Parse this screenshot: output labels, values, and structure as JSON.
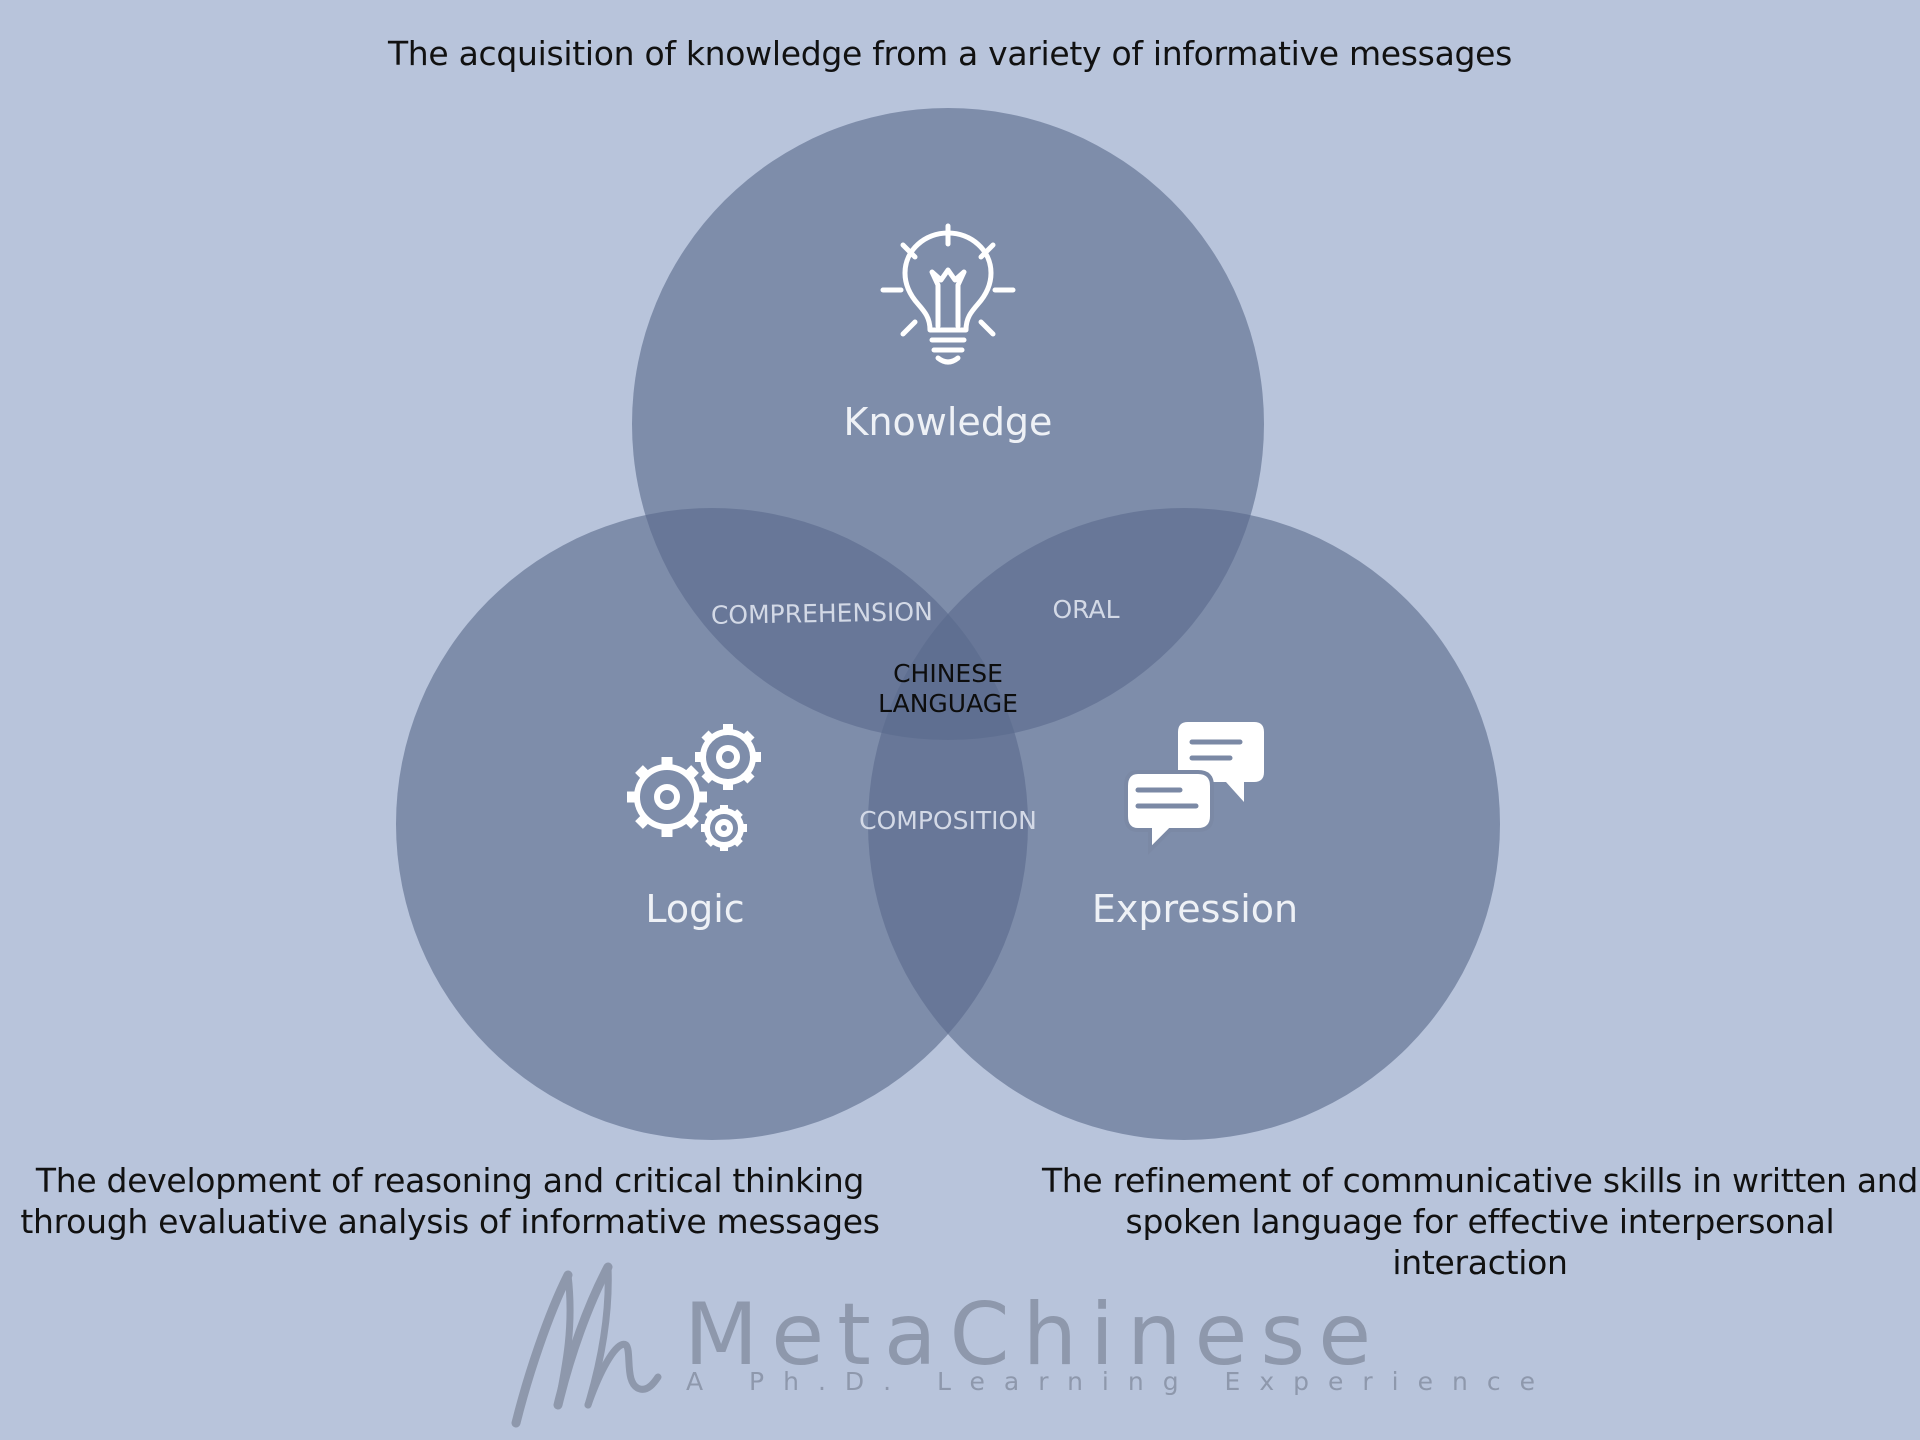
{
  "top_description": "The acquisition of knowledge from a variety of informative messages",
  "left_description": "The development of reasoning and critical thinking\nthrough evaluative analysis of informative messages",
  "right_description": "The refinement of communicative skills in written and\nspoken language for effective interpersonal interaction",
  "circles": {
    "knowledge": {
      "label": "Knowledge",
      "icon": "lightbulb-icon"
    },
    "logic": {
      "label": "Logic",
      "icon": "gears-icon"
    },
    "expression": {
      "label": "Expression",
      "icon": "speech-bubbles-icon"
    }
  },
  "overlaps": {
    "knowledge_logic": "COMPREHENSION",
    "knowledge_expression": "ORAL",
    "logic_expression": "COMPOSITION",
    "center_line1": "CHINESE",
    "center_line2": "LANGUAGE"
  },
  "brand": {
    "name": "MetaChinese",
    "tagline": "A Ph.D. Learning Experience"
  },
  "colors": {
    "background": "#b8c4db",
    "circle_fill": "#5a6a8c",
    "overlap_text": "#d3d9e6",
    "label_text": "#eef1f6",
    "brand_text": "#8e98ac"
  }
}
